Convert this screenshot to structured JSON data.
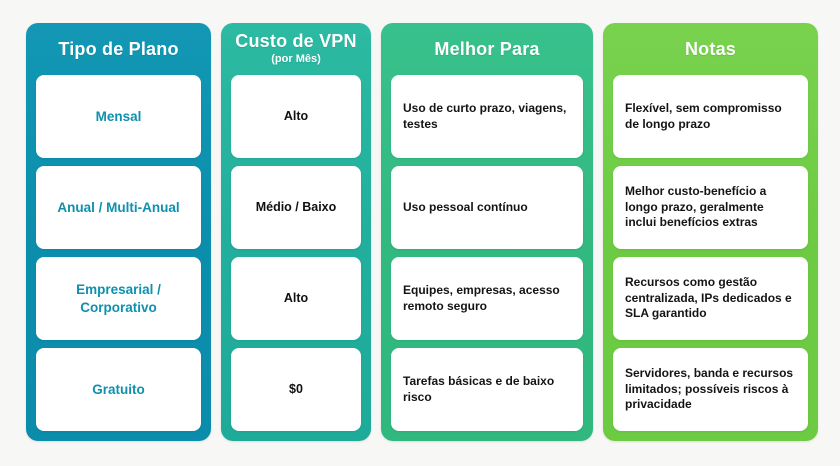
{
  "background_color": "#f7f7f5",
  "table": {
    "columns": [
      {
        "header": "Tipo de Plano",
        "subtitle": "",
        "accent_color": "#0b8cab",
        "text_color": "#0e90ae",
        "align": "center",
        "cells": [
          "Mensal",
          "Anual / Multi-Anual",
          "Empresarial / Corporativo",
          "Gratuito"
        ]
      },
      {
        "header": "Custo de VPN",
        "subtitle": "(por Mês)",
        "accent_color": "#1fab99",
        "text_color": "#111111",
        "align": "center",
        "cells": [
          "Alto",
          "Médio / Baixo",
          "Alto",
          "$0"
        ]
      },
      {
        "header": "Melhor Para",
        "subtitle": "",
        "accent_color": "#31b87e",
        "text_color": "#141414",
        "align": "left",
        "cells": [
          "Uso de curto prazo, viagens, testes",
          "Uso pessoal contínuo",
          "Equipes, empresas, acesso remoto seguro",
          "Tarefas básicas e de baixo risco"
        ]
      },
      {
        "header": "Notas",
        "subtitle": "",
        "accent_color": "#6ccb42",
        "text_color": "#141414",
        "align": "left",
        "cells": [
          "Flexível, sem compromisso de longo prazo",
          "Melhor custo-benefício a longo prazo, geralmente inclui benefícios extras",
          "Recursos como gestão centralizada, IPs dedicados e SLA garantido",
          "Servidores, banda e recursos limitados; possíveis riscos à privacidade"
        ]
      }
    ]
  }
}
